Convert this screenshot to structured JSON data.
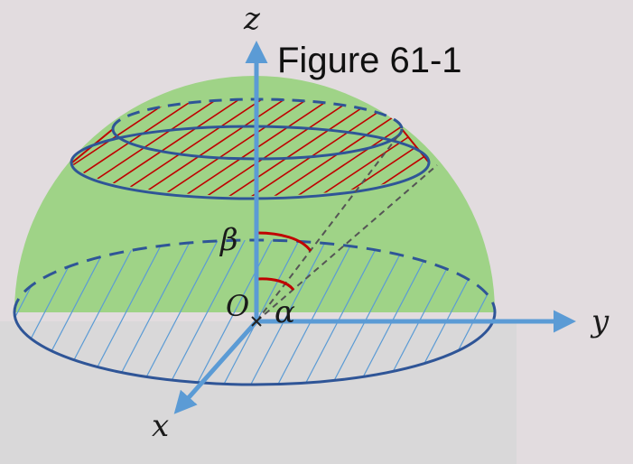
{
  "title": "Figure 61-1",
  "axes": {
    "x": "x",
    "y": "y",
    "z": "z"
  },
  "origin": "O",
  "angles": {
    "alpha": "α",
    "beta": "β"
  },
  "colors": {
    "background": "#e2dcdf",
    "floor": "#d9d8d9",
    "hemisphere": "#9fd387",
    "axis": "#5b9bd5",
    "ellipse_stroke": "#2f5597",
    "base_hatch": "#5b9bd5",
    "cap_hatch": "#c00000",
    "angle_arc": "#c00000",
    "guide_line": "#555555"
  }
}
